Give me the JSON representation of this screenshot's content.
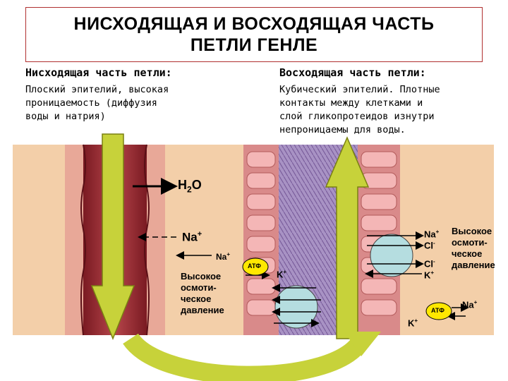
{
  "title": {
    "line1": "НИСХОДЯЩАЯ И ВОСХОДЯЩАЯ ЧАСТЬ",
    "line2": "ПЕТЛИ ГЕНЛЕ"
  },
  "left": {
    "heading": "Нисходящая часть петли:",
    "text": "Плоский эпителий, высокая\nпроницаемость (диффузия\nводы и натрия)"
  },
  "right": {
    "heading": "Восходящая часть петли:",
    "text": "Кубический эпителий. Плотные\nконтакты между клетками и\nслой гликопротеидов изнутри\nнепроницаемы для воды."
  },
  "labels": {
    "h2o": "H",
    "h2o_sub": "2",
    "h2o_tail": "O",
    "na_left": "Na",
    "na_small": "Na",
    "plus": "+",
    "minus": "-",
    "high_osm_left": "Высокое\nосмоти-\nческое\nдавление",
    "atf": "АТФ",
    "k": "K",
    "na_right": "Na",
    "cl": "Cl",
    "high_osm_right": "Высокое\nосмоти-\nческое\nдавление",
    "na_lower_right": "Na"
  },
  "colors": {
    "tissue": "#f3cfa9",
    "descending_lumen": "#9a2a30",
    "ascending_lumen": "#a08ab8",
    "arrow_green": "#b9c832",
    "atf_fill": "#ffe800",
    "cell_fill": "#b5dde0",
    "title_border": "#b03030"
  }
}
